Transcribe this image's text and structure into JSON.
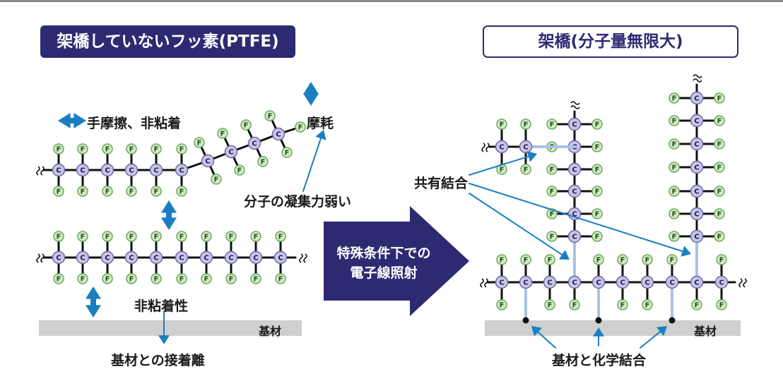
{
  "left_title": "架橋していないフッ素(PTFE)",
  "right_title": "架橋(分子量無限大)",
  "labels": {
    "hand_friction": "手摩擦、非粘着",
    "wear": "摩耗",
    "weak_cohesion": "分子の凝集力弱い",
    "non_stick": "非粘着性",
    "substrate": "基材",
    "substrate_separation": "基材との接着離",
    "covalent_bond": "共有結合",
    "chemical_bond": "基材と化学結合",
    "special_conditions_line1": "特殊条件下での",
    "special_conditions_line2": "電子線照射"
  },
  "atoms": {
    "carbon": "C",
    "fluorine": "F"
  },
  "colors": {
    "navy": "#2e2a72",
    "blue_arrow": "#1a7fc1",
    "carbon_fill": "#c8c5e6",
    "fluorine_fill": "#d2ecc6",
    "fluorine_stroke": "#6aaa5a",
    "bond_light": "#a8c4e6",
    "substrate_gray": "#cfcfcf"
  }
}
